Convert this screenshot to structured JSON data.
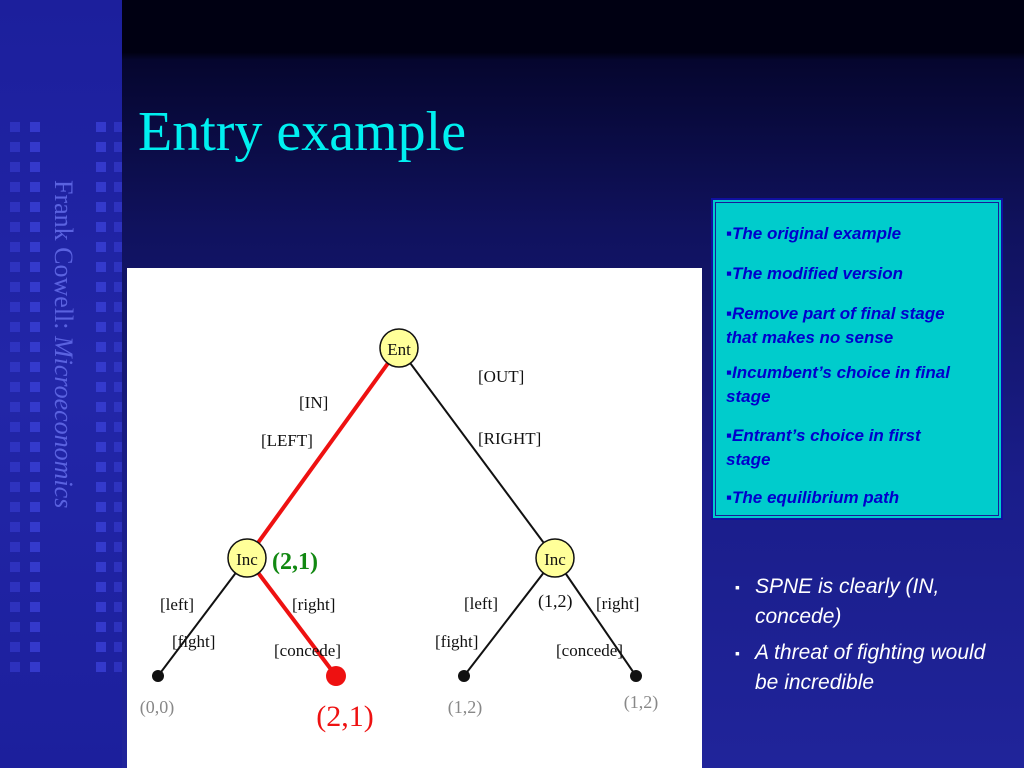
{
  "sidebar": {
    "author": "Frank Cowell: ",
    "book": "Microeconomics"
  },
  "slide": {
    "title": "Entry example"
  },
  "box": {
    "items": [
      "▪The original example",
      "▪The modified version",
      "▪Remove part of final stage that makes no sense",
      "▪Incumbent’s choice in final stage",
      "▪Entrant’s choice in first stage",
      "▪The equilibrium path"
    ]
  },
  "bullets": [
    "SPNE is clearly (IN, concede)",
    "A threat of fighting would be incredible"
  ],
  "tree": {
    "nodes": {
      "root": "Ent",
      "inc_left": "Inc",
      "inc_right": "Inc"
    },
    "edges": {
      "in": "[IN]",
      "left_upper": "[LEFT]",
      "out": "[OUT]",
      "right_upper": "[RIGHT]",
      "l_left": "[left]",
      "l_fight": "[fight]",
      "l_right": "[right]",
      "l_concede": "[concede]",
      "r_left": "[left]",
      "r_fight": "[fight]",
      "r_right": "[right]",
      "r_concede": "[concede]"
    },
    "payoffs": {
      "ll": "(0,0)",
      "lr": "(2,1)",
      "rl": "(1,2)",
      "rr": "(1,2)",
      "inc_left_value": "(2,1)",
      "inc_right_value": "(1,2)"
    },
    "colors": {
      "equilibrium": "#ee1111",
      "node_fill": "#ffff99",
      "payoff_gray": "#888888",
      "value_green": "#118811"
    }
  }
}
